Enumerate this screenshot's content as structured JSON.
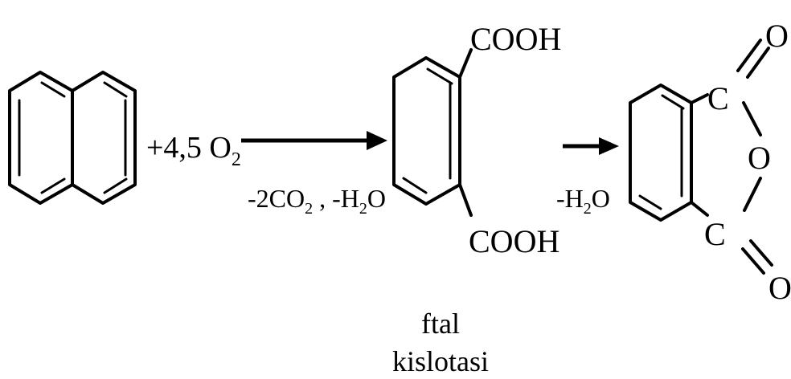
{
  "reaction": {
    "step1": {
      "reagent_main": "+4,5 O",
      "reagent_sub": "2",
      "condition_part1": "-2CO",
      "condition_sub1": "2",
      "condition_part2": " , -H",
      "condition_sub2": "2",
      "condition_part3": "O"
    },
    "intermediate": {
      "group_top": "COOH",
      "group_bottom": "COOH",
      "name_line1": "ftal",
      "name_line2": "kislotasi"
    },
    "step2": {
      "condition_part1": "-H",
      "condition_sub": "2",
      "condition_part2": "O"
    },
    "product": {
      "carbon_top": "C",
      "carbon_bottom": "C",
      "ring_oxygen": "O",
      "carbonyl_oxygen_top": "O",
      "carbonyl_oxygen_bottom": "O"
    }
  }
}
